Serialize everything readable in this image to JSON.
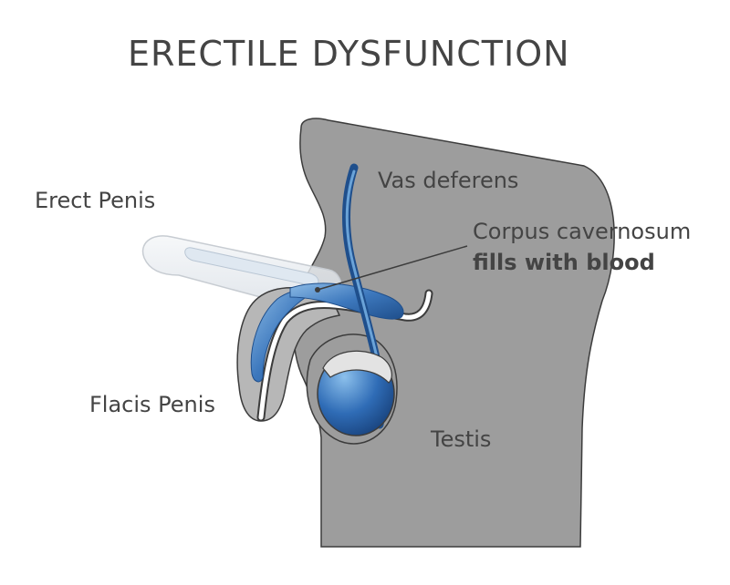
{
  "title": "ERECTILE DYSFUNCTION",
  "labels": {
    "erect_penis": "Erect Penis",
    "vas_deferens": "Vas deferens",
    "corpus_cavernosum_line1": "Corpus cavernosum",
    "corpus_cavernosum_line2": "fills with blood",
    "flacid_penis": "Flacis Penis",
    "testis": "Testis"
  },
  "colors": {
    "body": "#9d9d9d",
    "body_stroke": "#3c3c3c",
    "blue_dark": "#1f4f8c",
    "blue_light": "#6aa3d8",
    "erect_fill": "#e9edf2",
    "text": "#444444"
  }
}
